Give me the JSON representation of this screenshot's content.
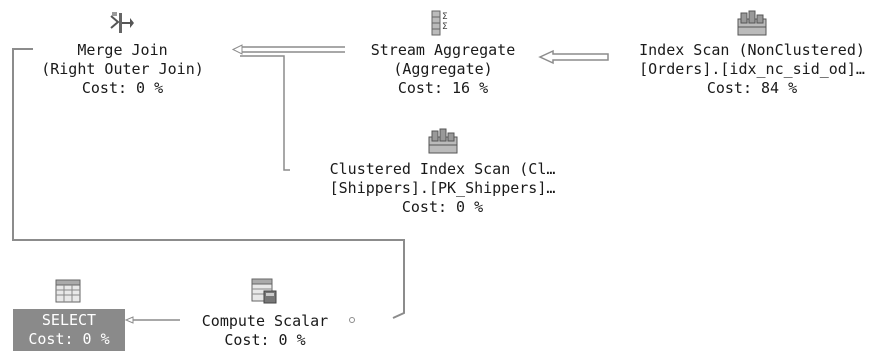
{
  "plan": {
    "merge_join": {
      "icon": "merge-join-icon",
      "line1": "Merge Join",
      "line2": "(Right Outer Join)",
      "cost": "Cost: 0 %"
    },
    "stream_aggregate": {
      "icon": "stream-aggregate-icon",
      "line1": "Stream Aggregate",
      "line2": "(Aggregate)",
      "cost": "Cost: 16 %"
    },
    "index_scan": {
      "icon": "index-scan-icon",
      "line1": "Index Scan (NonClustered)",
      "line2": "[Orders].[idx_nc_sid_od]…",
      "cost": "Cost: 84 %"
    },
    "clustered_index_scan": {
      "icon": "clustered-index-scan-icon",
      "line1": "Clustered Index Scan (Cl…",
      "line2": "[Shippers].[PK_Shippers]…",
      "cost": "Cost: 0 %"
    },
    "select": {
      "icon": "select-icon",
      "line1": "SELECT",
      "cost": "Cost: 0 %"
    },
    "compute_scalar": {
      "icon": "compute-scalar-icon",
      "line1": "Compute Scalar",
      "cost": "Cost: 0 %"
    }
  },
  "colors": {
    "selected_bg": "#8a8a8a",
    "wire": "#8c8c8c",
    "text": "#1a1a1a"
  }
}
